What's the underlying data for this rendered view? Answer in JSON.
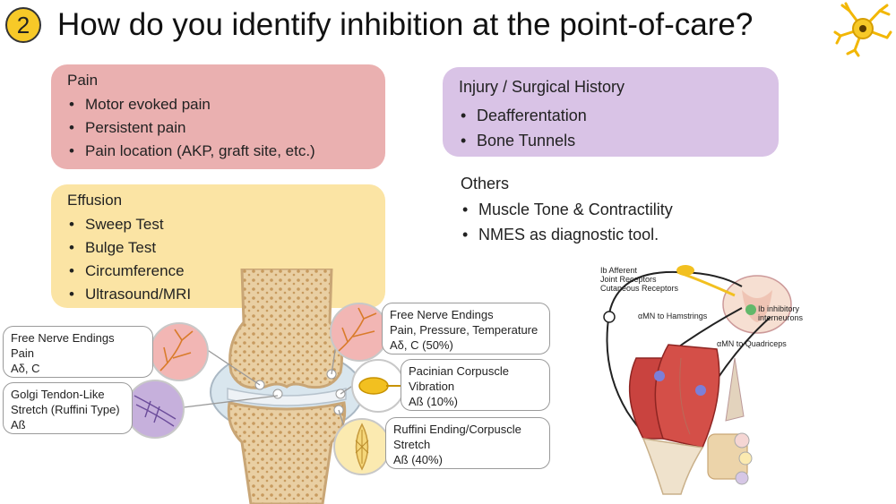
{
  "slide": {
    "badge_number": "2",
    "title": "How do you identify inhibition at the point-of-care?"
  },
  "pain_box": {
    "heading": "Pain",
    "items": [
      "Motor evoked pain",
      "Persistent pain",
      "Pain location (AKP, graft site, etc.)"
    ],
    "color": "#eab0b0"
  },
  "effusion_box": {
    "heading": "Effusion",
    "items": [
      "Sweep Test",
      "Bulge Test",
      "Circumference",
      "Ultrasound/MRI"
    ],
    "color": "#fbe4a4"
  },
  "injury_box": {
    "heading": "Injury / Surgical History",
    "items": [
      "Deafferentation",
      "Bone Tunnels"
    ],
    "color": "#d9c3e6"
  },
  "others_box": {
    "heading": "Others",
    "items": [
      "Muscle Tone & Contractility",
      "NMES as diagnostic tool."
    ]
  },
  "receptor_callouts": {
    "free_nerve_left": [
      "Free Nerve Endings",
      "Pain",
      "Aδ, C"
    ],
    "golgi": [
      "Golgi Tendon-Like",
      "Stretch (Ruffini Type)",
      "Aß"
    ],
    "free_nerve_right": [
      "Free Nerve Endings",
      "Pain, Pressure, Temperature",
      "Aδ, C (50%)"
    ],
    "pacinian": [
      "Pacinian Corpuscle",
      "Vibration",
      "Aß (10%)"
    ],
    "ruffini": [
      "Ruffini Ending/Corpuscle",
      "Stretch",
      "Aß (40%)"
    ]
  },
  "neural_figure": {
    "ib_afferent": [
      "Ib Afferent",
      "Joint Receptors",
      "Cutaneous Receptors"
    ],
    "amn_hamstrings": "αMN to Hamstrings",
    "ib_inhibitory": [
      "Ib inhibitory",
      "interneurons"
    ],
    "amn_quadriceps": "αMN to Quadriceps"
  }
}
